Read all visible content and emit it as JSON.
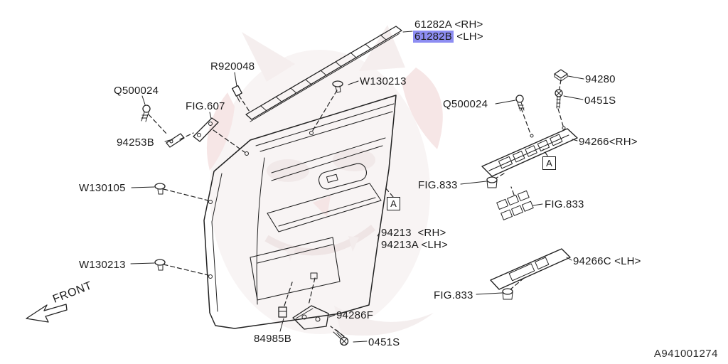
{
  "diagram": {
    "drawing_number": "A941001274",
    "front_label": "FRONT",
    "ref_marker": "A",
    "highlight_color": "#8d8df2",
    "labels": [
      {
        "id": "61282a",
        "part": "61282A",
        "side": "<RH>"
      },
      {
        "id": "61282b",
        "part": "61282B",
        "side": "<LH>",
        "highlighted": true
      },
      {
        "id": "r920048",
        "text": "R920048"
      },
      {
        "id": "w130213-top",
        "text": "W130213"
      },
      {
        "id": "q500024-left",
        "text": "Q500024"
      },
      {
        "id": "94280",
        "text": "94280"
      },
      {
        "id": "0451s-top",
        "text": "0451S"
      },
      {
        "id": "fig607",
        "text": "FIG.607"
      },
      {
        "id": "q500024-right",
        "text": "Q500024"
      },
      {
        "id": "94253b",
        "text": "94253B"
      },
      {
        "id": "94266-rh",
        "text": "94266<RH>"
      },
      {
        "id": "w130105",
        "text": "W130105"
      },
      {
        "id": "fig833-a",
        "text": "FIG.833"
      },
      {
        "id": "fig833-b",
        "text": "FIG.833"
      },
      {
        "id": "94213-rh",
        "text": "94213  <RH>"
      },
      {
        "id": "94213a-lh",
        "text": "94213A <LH>"
      },
      {
        "id": "w130213-bottom",
        "text": "W130213"
      },
      {
        "id": "94266c-lh",
        "text": "94266C <LH>"
      },
      {
        "id": "fig833-c",
        "text": "FIG.833"
      },
      {
        "id": "94286f",
        "text": "94286F"
      },
      {
        "id": "84985b",
        "text": "84985B"
      },
      {
        "id": "0451s-bottom",
        "text": "0451S"
      }
    ]
  }
}
